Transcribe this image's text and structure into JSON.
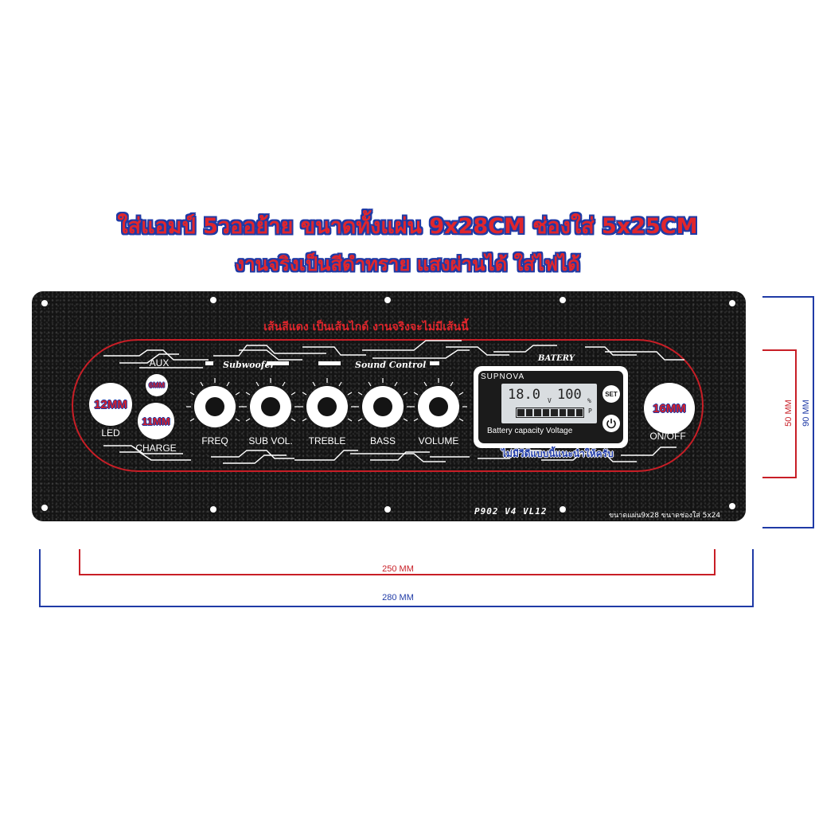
{
  "header": {
    "line1": "ใส่แอมป์ 5วออย้าย ขนาดทั้งแผ่น 9x28CM ช่องใส่ 5x25CM",
    "line2": "งานจริงเป็นสีดำทราย แสงผ่านได้ ใส่ไฟได้"
  },
  "panel": {
    "red_line_note": "เส้นสีแดง เป็นเส้นไกด์ งานจริงจะไม่มีเส้นนี้",
    "left": {
      "aux_label": "AUX",
      "aux_size": "6MM",
      "led_size": "12MM",
      "led_label": "LED",
      "charge_size": "11MM",
      "charge_label": "CHARGE"
    },
    "sections": {
      "subwoofer": "Subwoofer",
      "sound_control": "Sound Control"
    },
    "knobs": [
      {
        "label": "FREQ"
      },
      {
        "label": "SUB VOL."
      },
      {
        "label": "TREBLE"
      },
      {
        "label": "BASS"
      },
      {
        "label": "VOLUME"
      }
    ],
    "battery": {
      "title": "BATERY",
      "brand": "SUPNOVA",
      "voltage": "18.0",
      "voltage_unit": "V",
      "percent": "100",
      "percent_unit": "%",
      "p_mark": "P",
      "set_label": "SET",
      "caption": "Battery capacity Voltage",
      "charge_level": 1.0
    },
    "note_blue": "ไม่มีวีดีแบบนี้แนะนำให้ครับ",
    "power": {
      "size": "16MM",
      "label": "ON/OFF"
    },
    "model": "P902 V4 VL12",
    "size_note": "ขนาดแผ่น9x28 ขนาดช่องใส่ 5x24"
  },
  "dimensions": {
    "inner_width": "250 MM",
    "outer_width": "280 MM",
    "inner_height": "50 MM",
    "outer_height": "90 MM"
  },
  "colors": {
    "guide_red": "#c81e26",
    "dim_blue": "#1f3aa6",
    "panel": "#141414",
    "accent_red": "#e0262c"
  }
}
